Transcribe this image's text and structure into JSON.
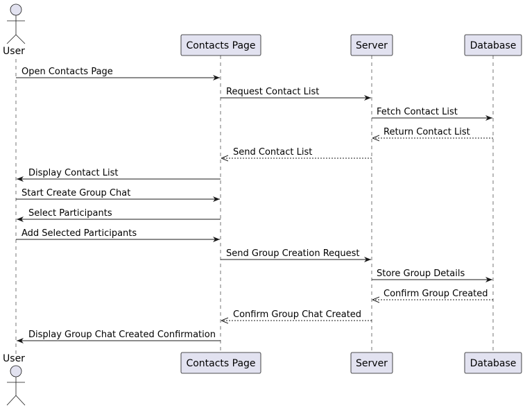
{
  "diagram": {
    "type": "sequence",
    "participants": [
      {
        "id": "user",
        "label": "User",
        "kind": "actor"
      },
      {
        "id": "contacts",
        "label": "Contacts Page",
        "kind": "participant"
      },
      {
        "id": "server",
        "label": "Server",
        "kind": "participant"
      },
      {
        "id": "database",
        "label": "Database",
        "kind": "participant"
      }
    ],
    "messages": [
      {
        "from": "user",
        "to": "contacts",
        "label": "Open Contacts Page",
        "style": "sync"
      },
      {
        "from": "contacts",
        "to": "server",
        "label": "Request Contact List",
        "style": "sync"
      },
      {
        "from": "server",
        "to": "database",
        "label": "Fetch Contact List",
        "style": "sync"
      },
      {
        "from": "database",
        "to": "server",
        "label": "Return Contact List",
        "style": "reply"
      },
      {
        "from": "server",
        "to": "contacts",
        "label": "Send Contact List",
        "style": "reply"
      },
      {
        "from": "contacts",
        "to": "user",
        "label": "Display Contact List",
        "style": "sync"
      },
      {
        "from": "user",
        "to": "contacts",
        "label": "Start Create Group Chat",
        "style": "sync"
      },
      {
        "from": "contacts",
        "to": "user",
        "label": "Select Participants",
        "style": "sync"
      },
      {
        "from": "user",
        "to": "contacts",
        "label": "Add Selected Participants",
        "style": "sync"
      },
      {
        "from": "contacts",
        "to": "server",
        "label": "Send Group Creation Request",
        "style": "sync"
      },
      {
        "from": "server",
        "to": "database",
        "label": "Store Group Details",
        "style": "sync"
      },
      {
        "from": "database",
        "to": "server",
        "label": "Confirm Group Created",
        "style": "reply"
      },
      {
        "from": "server",
        "to": "contacts",
        "label": "Confirm Group Chat Created",
        "style": "reply"
      },
      {
        "from": "contacts",
        "to": "user",
        "label": "Display Group Chat Created Confirmation",
        "style": "sync"
      }
    ],
    "colors": {
      "participant_fill": "#E2E2F0",
      "stroke": "#181818",
      "text": "#000000",
      "background": "#FFFFFF"
    }
  }
}
